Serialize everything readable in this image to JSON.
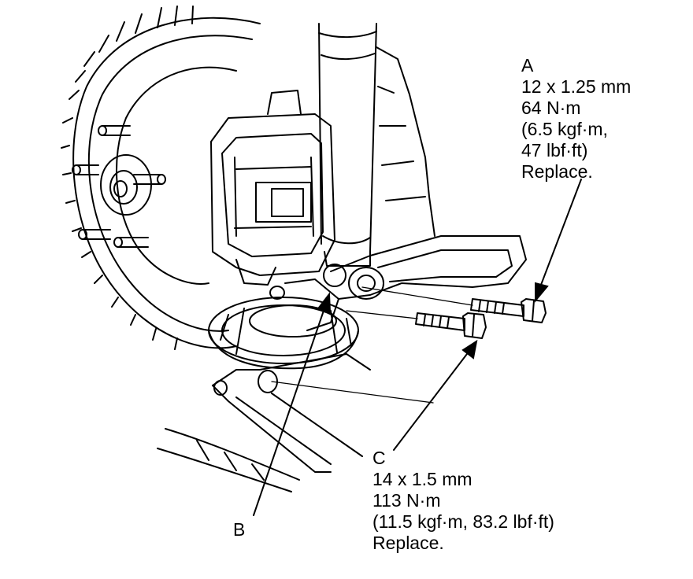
{
  "callouts": {
    "a": {
      "letter": "A",
      "size": "12 x 1.25 mm",
      "torque_nm": "64 N·m",
      "torque_alt_1": "(6.5 kgf·m,",
      "torque_alt_2": "47 lbf·ft)",
      "note": "Replace."
    },
    "b": {
      "letter": "B"
    },
    "c": {
      "letter": "C",
      "size": "14 x 1.5 mm",
      "torque_nm": "113 N·m",
      "torque_alt": "(11.5 kgf·m, 83.2 lbf·ft)",
      "note": "Replace."
    }
  }
}
